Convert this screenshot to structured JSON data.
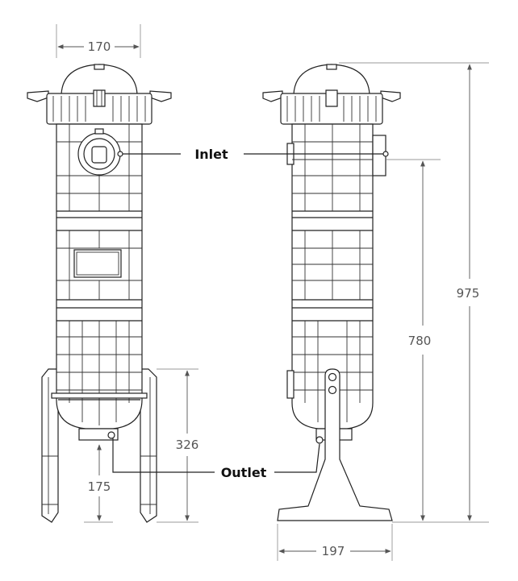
{
  "labels": {
    "inlet": "Inlet",
    "outlet": "Outlet"
  },
  "dimensions": {
    "top_width": "170",
    "outlet_height": "175",
    "leg_height": "326",
    "base_width": "197",
    "inlet_height": "780",
    "total_height": "975"
  }
}
